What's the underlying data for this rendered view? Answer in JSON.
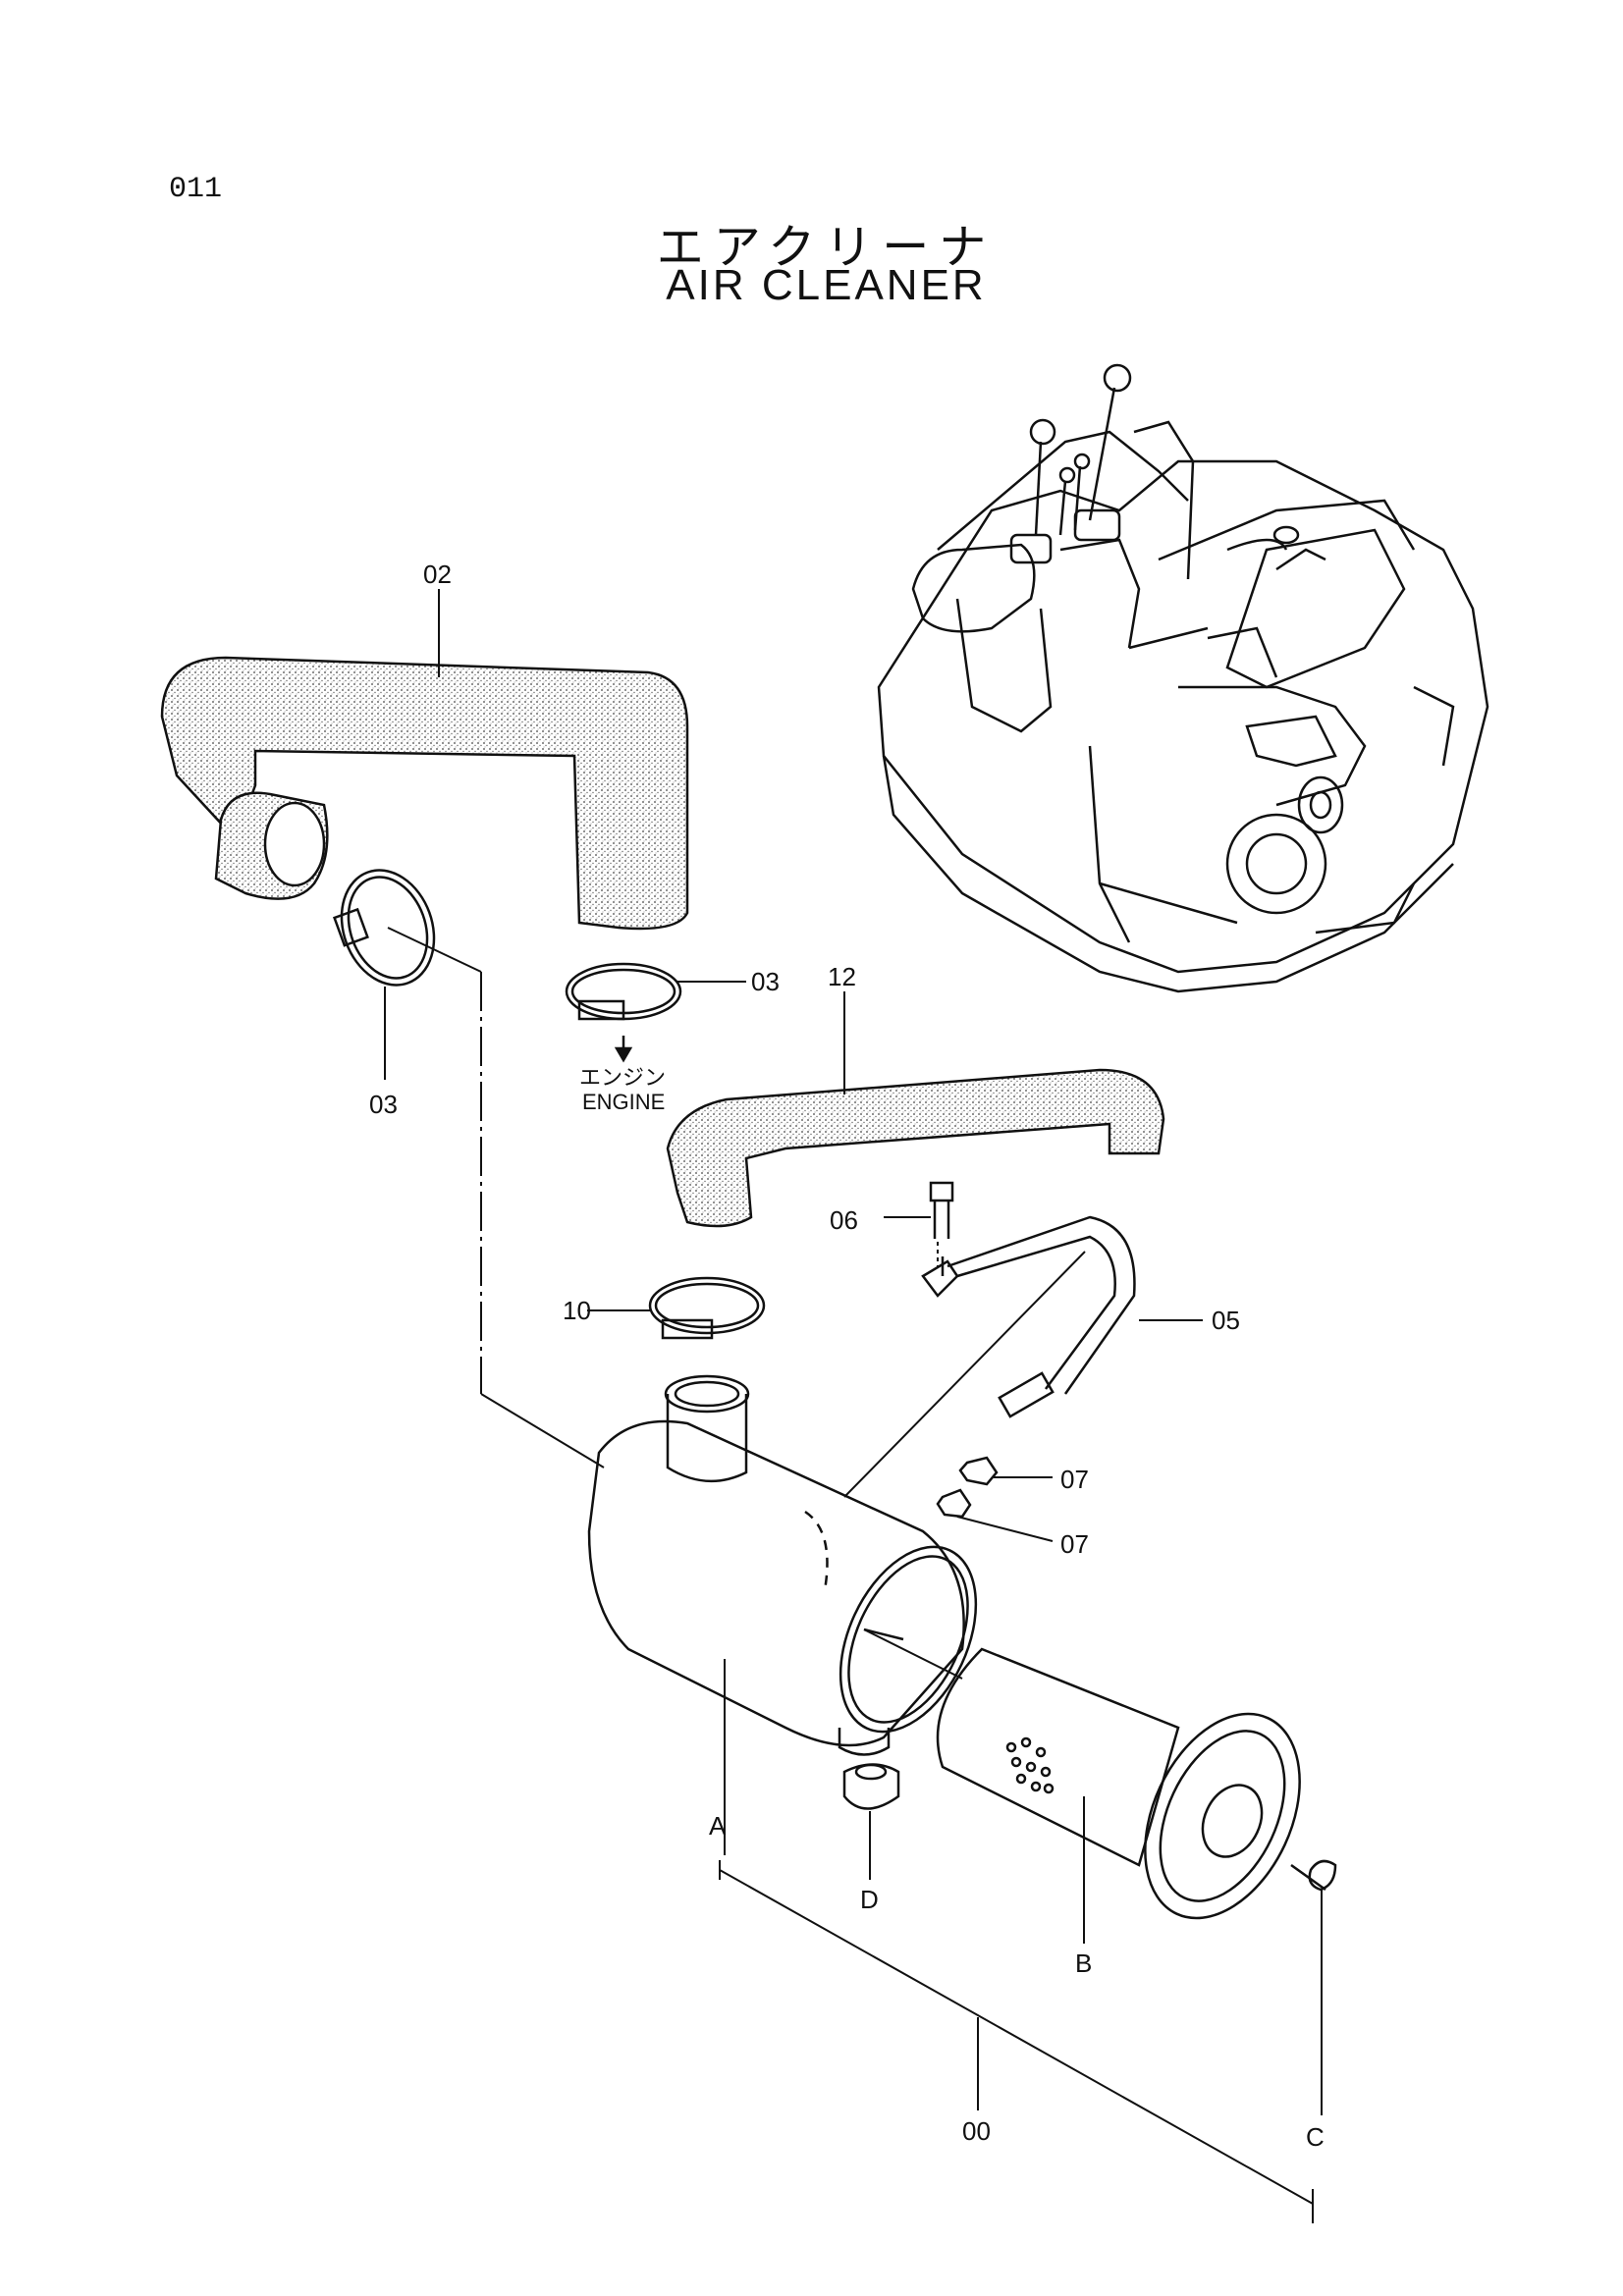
{
  "page_number": "011",
  "title_jp": "エアクリーナ",
  "title_en": "AIR CLEANER",
  "parts": {
    "hose_upper": "02",
    "clamp_left": "03",
    "clamp_center": "03",
    "hose_lower": "12",
    "bolt": "06",
    "bracket": "05",
    "clamp_10": "10",
    "nut_upper": "07",
    "nut_lower": "07",
    "assembly": "00",
    "sub_a": "A",
    "sub_b": "B",
    "sub_c": "C",
    "sub_d": "D"
  },
  "engine_note": {
    "jp": "エンジン",
    "en": "ENGINE"
  }
}
